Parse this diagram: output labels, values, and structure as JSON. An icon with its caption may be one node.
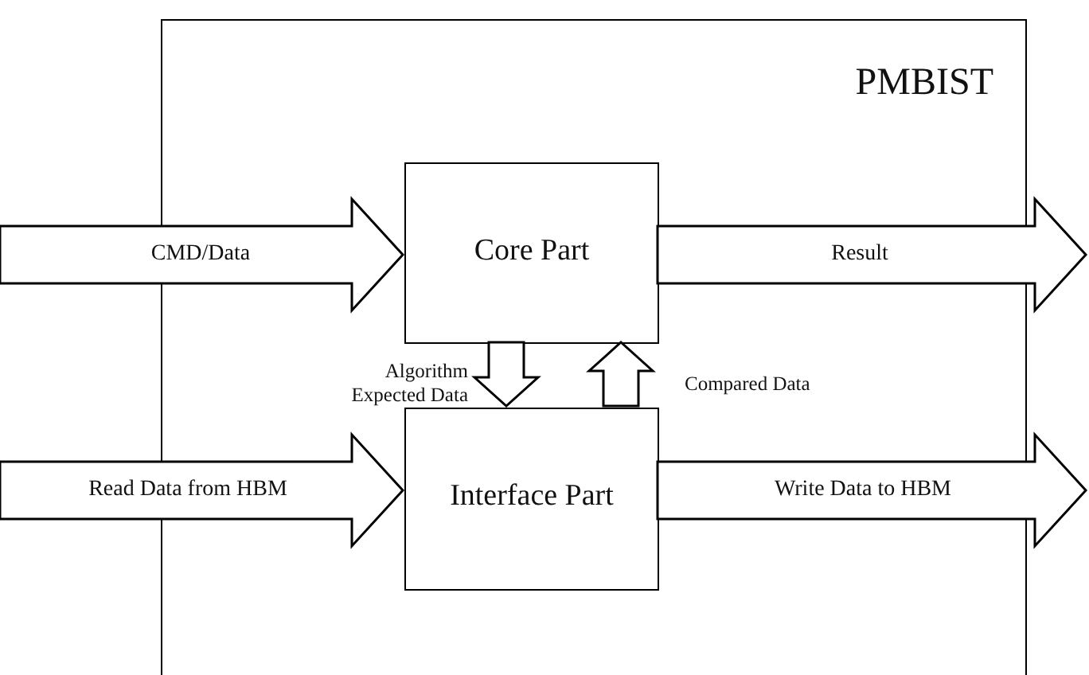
{
  "diagram": {
    "nodes": [
      {
        "text": [
          "PMBIST"
        ]
      },
      {
        "text": [
          "Core Part"
        ],
        "in": 0
      },
      {
        "text": [
          "Interface Part"
        ],
        "in": 0
      }
    ],
    "edges": [
      {
        "from": null,
        "to": 1,
        "arrow": "to",
        "label": "CMD/Data"
      },
      {
        "from": 1,
        "to": null,
        "arrow": "to",
        "label": "Result"
      },
      {
        "from": null,
        "to": 2,
        "arrow": "to",
        "label": "Read Data from HBM"
      },
      {
        "from": 2,
        "to": null,
        "arrow": "to",
        "label": "Write Data to HBM"
      },
      {
        "from": 1,
        "to": 2,
        "arrow": "to",
        "label": "Algorithm Expected Data"
      },
      {
        "from": 2,
        "to": 1,
        "arrow": "to",
        "label": "Compared Data"
      }
    ]
  }
}
